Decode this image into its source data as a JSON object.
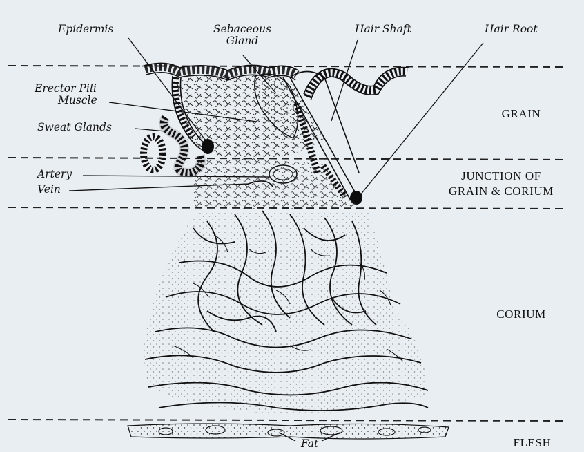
{
  "labels": {
    "epidermis": "Epidermis",
    "sebaceous_gland_1": "Sebaceous",
    "sebaceous_gland_2": "Gland",
    "hair_shaft": "Hair Shaft",
    "hair_root": "Hair Root",
    "erector_pili_1": "Erector Pili",
    "erector_pili_2": "Muscle",
    "sweat_glands": "Sweat Glands",
    "artery": "Artery",
    "vein": "Vein",
    "fat": "Fat"
  },
  "zones": {
    "grain": "GRAIN",
    "junction_1": "JUNCTION OF",
    "junction_2": "GRAIN & CORIUM",
    "corium": "CORIUM",
    "flesh": "FLESH"
  },
  "colors": {
    "background": "#e9eef3",
    "ink": "#141414"
  }
}
